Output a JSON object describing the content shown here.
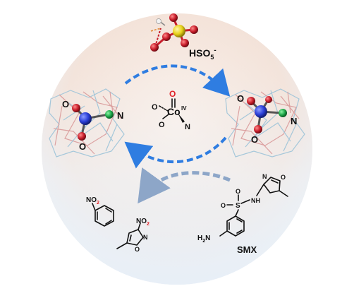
{
  "oxidant": {
    "formula": "HSO",
    "subscript": "5",
    "charge": "-"
  },
  "left_site": {
    "o_top": "O",
    "o_bottom": "O",
    "n": "N"
  },
  "right_site": {
    "o_top": "O",
    "o_bottom": "O",
    "n": "N"
  },
  "center_complex": {
    "metal": "Co",
    "oxidation": "IV",
    "o_top": "O",
    "o_left": "O",
    "o_lower": "O",
    "n": "N"
  },
  "products": {
    "nitrobenzene_group": "NO",
    "nitrobenzene_sub": "2",
    "isoxazole_group": "NO",
    "isoxazole_sub": "2",
    "isoxazole_ring_n": "N",
    "isoxazole_ring_o": "O"
  },
  "smx": {
    "label": "SMX",
    "amine": "H",
    "amine_sub": "2",
    "amine_n": "N",
    "s": "S",
    "o1": "O",
    "o2": "O",
    "nh": "H",
    "nh_n": "N",
    "ring_n": "N",
    "ring_o": "O"
  },
  "colors": {
    "arrow": "#2f7de1",
    "arrow_faded": "#8da6c8",
    "oxygen": "#c81e2b",
    "cobalt": "#2b3fd8",
    "nitrogen": "#1fa84a",
    "sulfur": "#e7d21a"
  }
}
